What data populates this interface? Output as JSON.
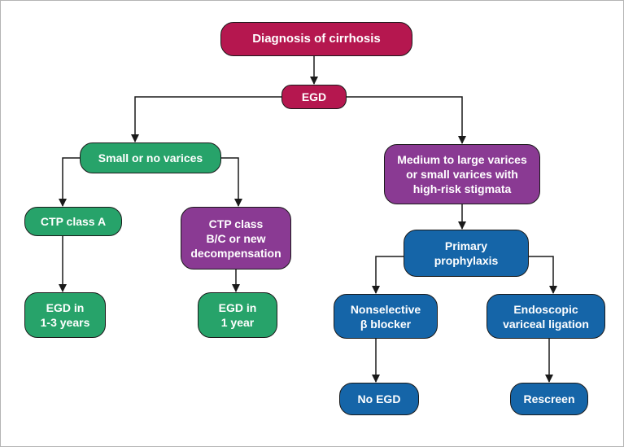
{
  "nodes": {
    "diagnosis": {
      "lines": [
        "Diagnosis of cirrhosis"
      ],
      "color": "#b5174f"
    },
    "egd": {
      "lines": [
        "EGD"
      ],
      "color": "#b5174f"
    },
    "small_varices": {
      "lines": [
        "Small or no varices"
      ],
      "color": "#27a36a"
    },
    "medium_large": {
      "lines": [
        "Medium to large varices",
        "or small varices with",
        "high-risk stigmata"
      ],
      "color": "#8a3a93"
    },
    "ctp_a": {
      "lines": [
        "CTP class A"
      ],
      "color": "#27a36a"
    },
    "ctp_bc": {
      "lines": [
        "CTP class",
        "B/C or new",
        "decompensation"
      ],
      "color": "#8a3a93"
    },
    "egd_1_3": {
      "lines": [
        "EGD in",
        "1-3 years"
      ],
      "color": "#27a36a"
    },
    "egd_1": {
      "lines": [
        "EGD in",
        "1 year"
      ],
      "color": "#27a36a"
    },
    "primary": {
      "lines": [
        "Primary",
        "prophylaxis"
      ],
      "color": "#1565a8"
    },
    "nonselective": {
      "lines": [
        "Nonselective",
        "β blocker"
      ],
      "color": "#1565a8"
    },
    "endoscopic": {
      "lines": [
        "Endoscopic",
        "variceal ligation"
      ],
      "color": "#1565a8"
    },
    "no_egd": {
      "lines": [
        "No EGD"
      ],
      "color": "#1565a8"
    },
    "rescreen": {
      "lines": [
        "Rescreen"
      ],
      "color": "#1565a8"
    }
  },
  "edges": [
    [
      "diagnosis",
      "egd"
    ],
    [
      "egd",
      "small_varices"
    ],
    [
      "egd",
      "medium_large"
    ],
    [
      "small_varices",
      "ctp_a"
    ],
    [
      "small_varices",
      "ctp_bc"
    ],
    [
      "ctp_a",
      "egd_1_3"
    ],
    [
      "ctp_bc",
      "egd_1"
    ],
    [
      "medium_large",
      "primary"
    ],
    [
      "primary",
      "nonselective"
    ],
    [
      "primary",
      "endoscopic"
    ],
    [
      "nonselective",
      "no_egd"
    ],
    [
      "endoscopic",
      "rescreen"
    ]
  ]
}
